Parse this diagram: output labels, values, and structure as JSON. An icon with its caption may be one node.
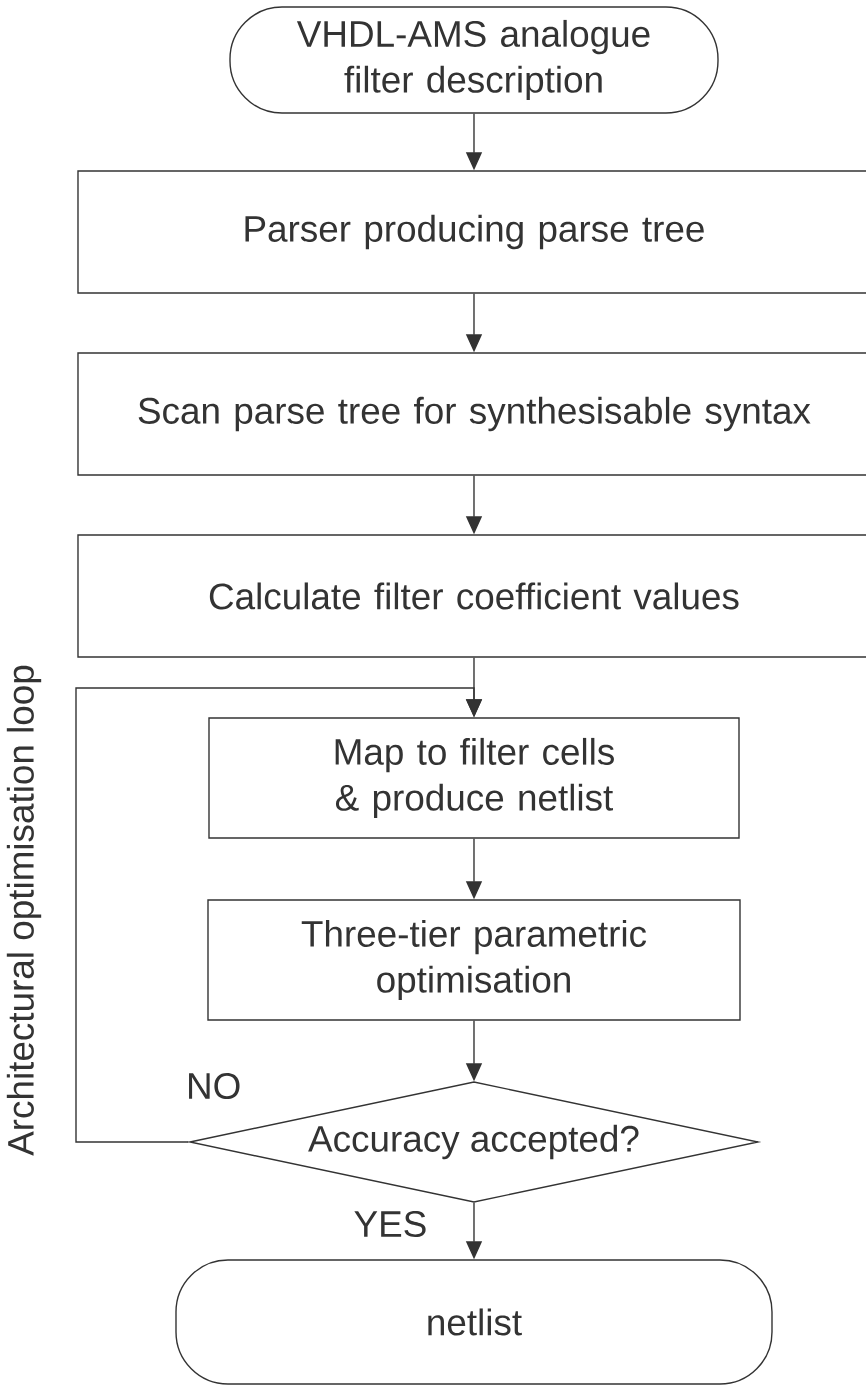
{
  "diagram": {
    "nodes": [
      {
        "text": [
          "VHDL-AMS analogue filter description"
        ]
      },
      {
        "text": [
          "Parser producing parse tree"
        ]
      },
      {
        "text": [
          "Scan parse tree for synthesisable syntax"
        ]
      },
      {
        "text": [
          "Calculate filter coefficient values"
        ]
      },
      {
        "text": [
          "Map to filter cells & produce netlist"
        ]
      },
      {
        "text": [
          "Three-tier parametric optimisation"
        ]
      },
      {
        "text": [
          "Accuracy accepted?"
        ]
      },
      {
        "text": [
          "netlist"
        ]
      }
    ],
    "edges": [
      {
        "from": 0,
        "to": 1,
        "arrow": "to"
      },
      {
        "from": 1,
        "to": 2,
        "arrow": "to"
      },
      {
        "from": 2,
        "to": 3,
        "arrow": "to"
      },
      {
        "from": 3,
        "to": 4,
        "arrow": "to"
      },
      {
        "from": 4,
        "to": 5,
        "arrow": "to"
      },
      {
        "from": 5,
        "to": 6,
        "arrow": "to"
      },
      {
        "from": 6,
        "to": 4,
        "arrow": "to",
        "label": "NO"
      },
      {
        "from": 6,
        "to": 7,
        "arrow": "to",
        "label": "YES"
      }
    ],
    "labels": [
      "Architectural optimisation loop"
    ]
  }
}
